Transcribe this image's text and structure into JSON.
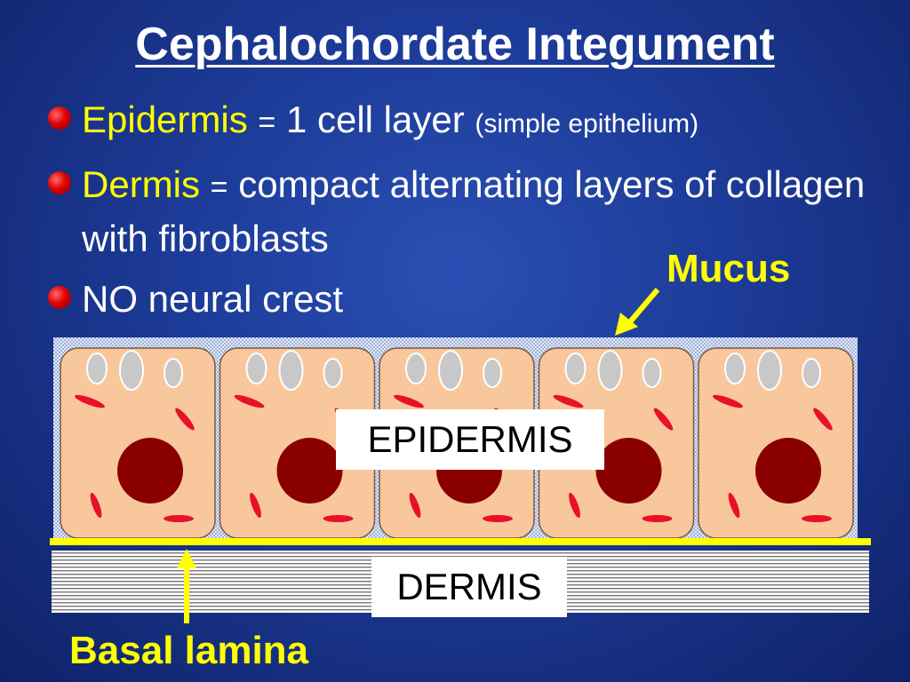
{
  "title": "Cephalochordate Integument",
  "bullets": [
    {
      "term": "Epidermis",
      "equals": "=",
      "text": "1 cell layer",
      "note": "(simple epithelium)"
    },
    {
      "term": "Dermis",
      "equals": "=",
      "text": "compact alternating layers of collagen with fibroblasts"
    },
    {
      "term": "",
      "text": "NO neural crest"
    }
  ],
  "diagram": {
    "label_epidermis": "EPIDERMIS",
    "label_dermis": "DERMIS",
    "label_mucus": "Mucus",
    "label_basal_lamina": "Basal lamina",
    "cell_count": 5,
    "colors": {
      "cell_fill": "#f9c79c",
      "nucleus": "#8a0000",
      "granule": "#c8c8c8",
      "fiber": "#e8102a",
      "basal_lamina": "#ffff00",
      "arrow": "#ffff00"
    }
  }
}
